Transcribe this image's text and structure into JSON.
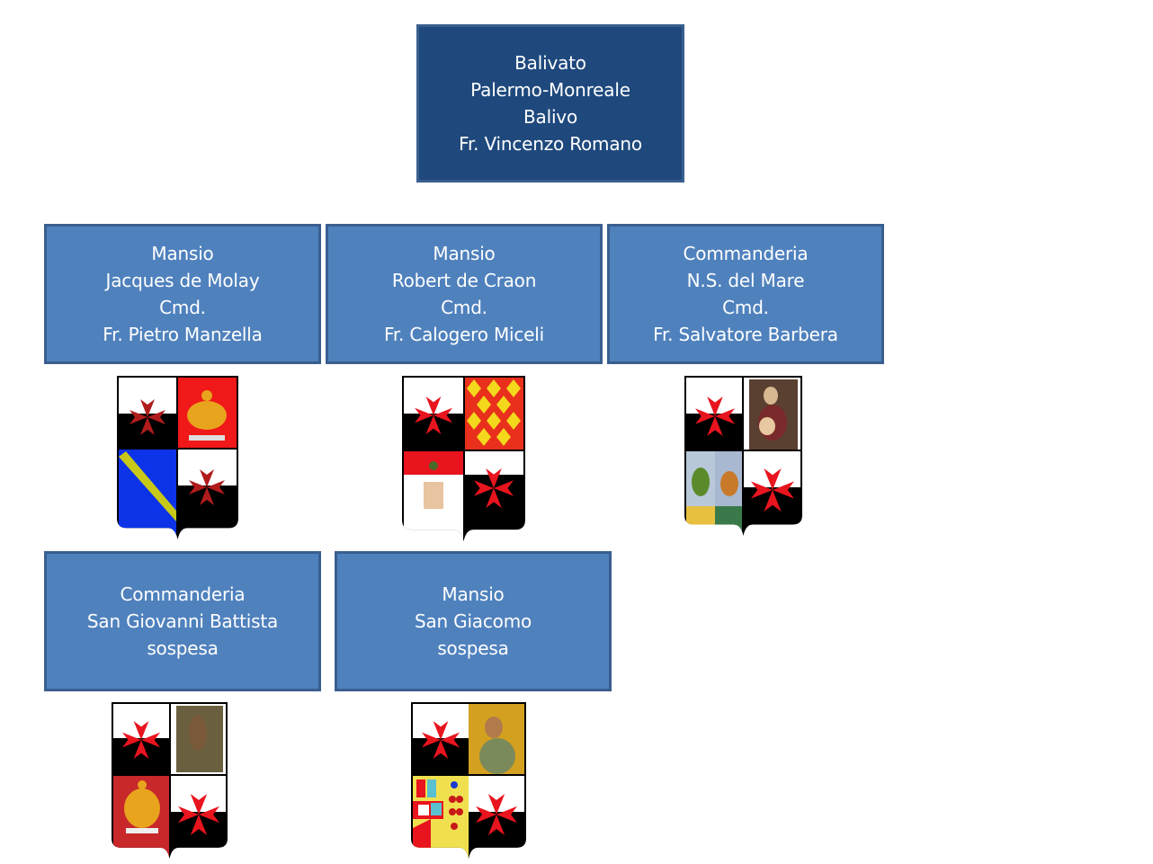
{
  "root": {
    "lines": [
      "Balivato",
      "Palermo-Monreale",
      "Balivo",
      "Fr. Vincenzo Romano"
    ]
  },
  "units": [
    {
      "lines": [
        "Mansio",
        "Jacques de Molay",
        "Cmd.",
        "Fr. Pietro Manzella"
      ],
      "coat_of_arms": "shield-molay"
    },
    {
      "lines": [
        "Mansio",
        "Robert de Craon",
        "Cmd.",
        "Fr. Calogero Miceli"
      ],
      "coat_of_arms": "shield-craon"
    },
    {
      "lines": [
        "Commanderia",
        "N.S. del Mare",
        "Cmd.",
        "Fr. Salvatore Barbera"
      ],
      "coat_of_arms": "shield-mare"
    },
    {
      "lines": [
        "Commanderia",
        "San Giovanni Battista",
        "sospesa"
      ],
      "coat_of_arms": "shield-giovanni"
    },
    {
      "lines": [
        "Mansio",
        "San Giacomo",
        "sospesa"
      ],
      "coat_of_arms": "shield-giacomo"
    }
  ],
  "colors": {
    "root_fill": "#1f497d",
    "unit_fill": "#4f81bd",
    "border": "#3a5f8f",
    "cross_red": "#e8141e",
    "cross_dark_red": "#b01c1c"
  }
}
